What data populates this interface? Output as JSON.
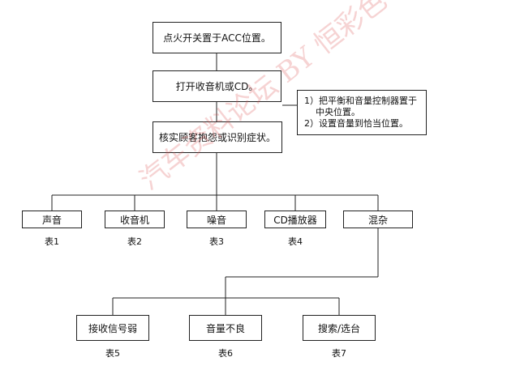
{
  "steps": {
    "s1": "点火开关置于ACC位置。",
    "s2": "打开收音机或CD。",
    "s3": "核实顾客抱怨或识别症状。"
  },
  "note": {
    "line1": "1）把平衡和音量控制器置于",
    "line2": "中央位置。",
    "line3": "2）设置音量到恰当位置。"
  },
  "symptoms": [
    {
      "label": "声音",
      "table": "表1"
    },
    {
      "label": "收音机",
      "table": "表2"
    },
    {
      "label": "噪音",
      "table": "表3"
    },
    {
      "label": "CD播放器",
      "table": "表4"
    },
    {
      "label": "混杂",
      "table": ""
    }
  ],
  "sub": [
    {
      "label": "接收信号弱",
      "table": "表5"
    },
    {
      "label": "音量不良",
      "table": "表6"
    },
    {
      "label": "搜索/选台",
      "table": "表7"
    }
  ],
  "watermark": "汽车资料论坛 BY 恒彩色"
}
